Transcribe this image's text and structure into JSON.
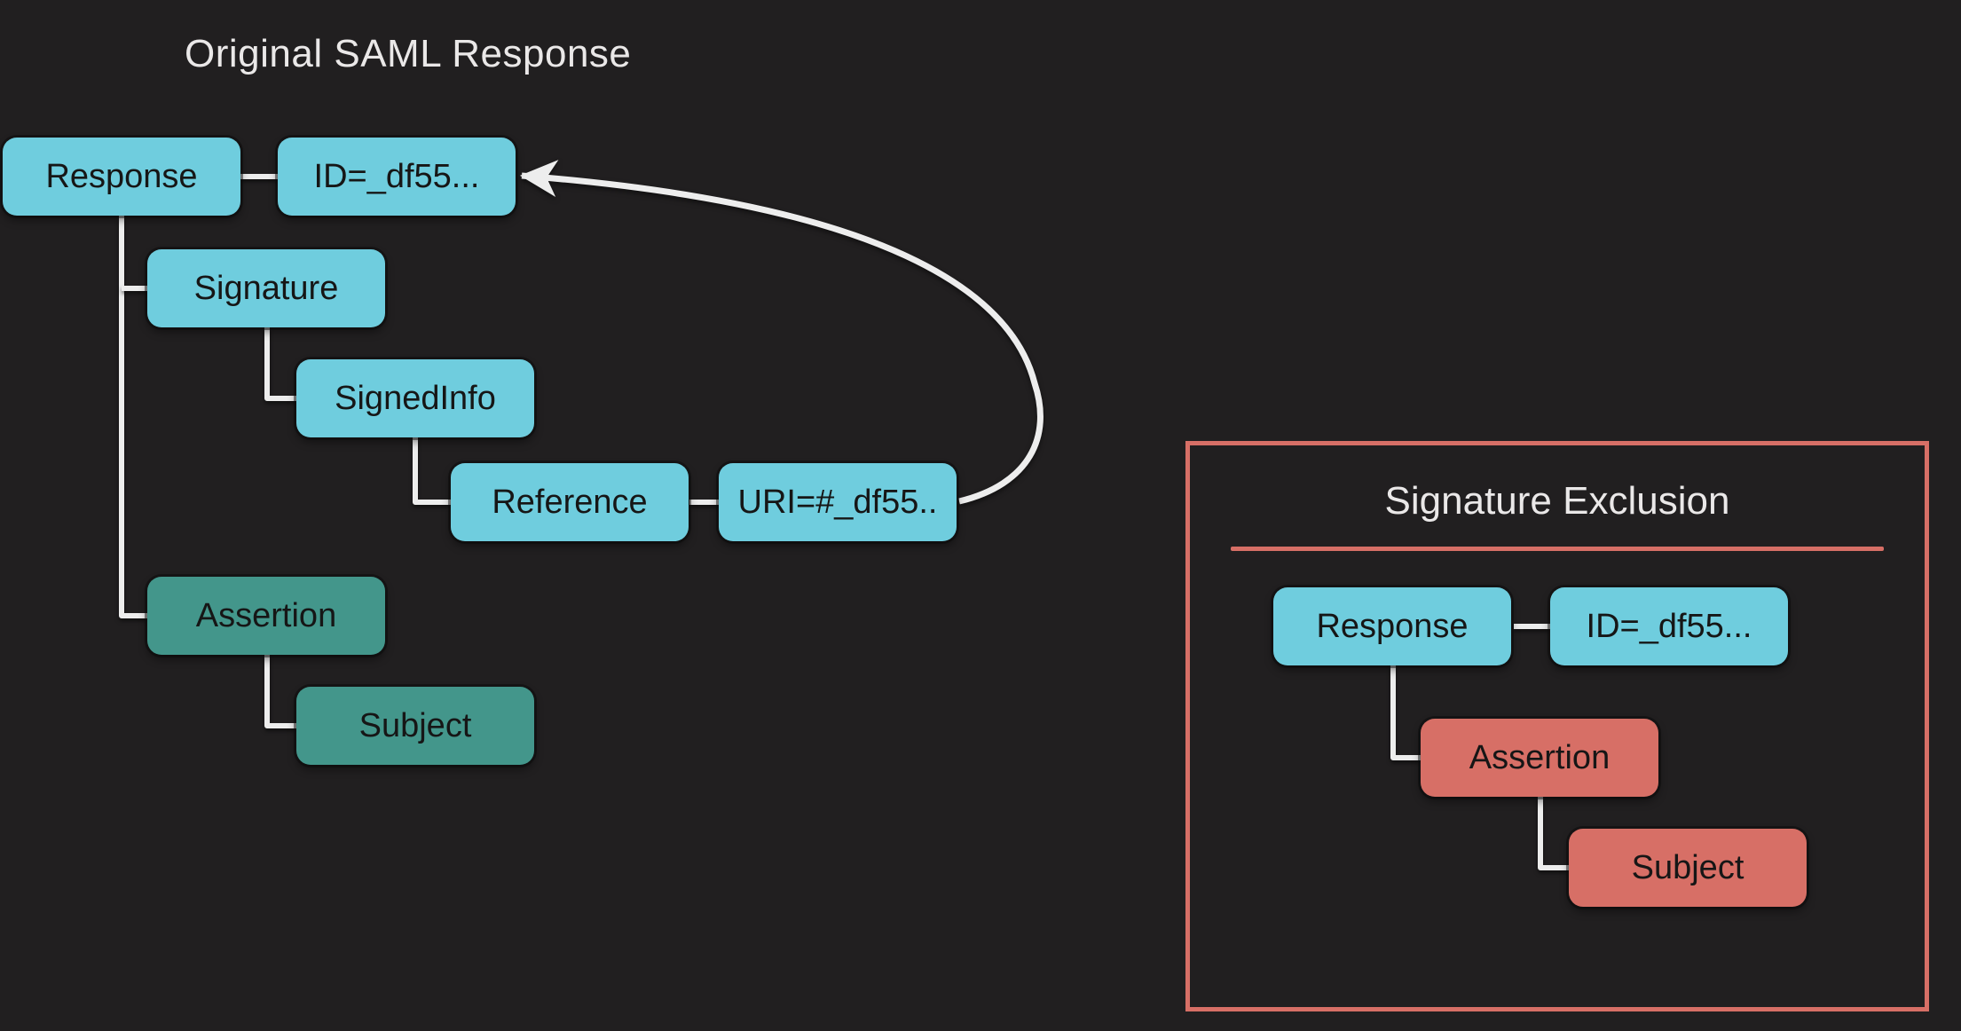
{
  "left_diagram": {
    "title": "Original SAML Response",
    "nodes": {
      "response": "Response",
      "id": "ID=_df55...",
      "signature": "Signature",
      "signedinfo": "SignedInfo",
      "reference": "Reference",
      "uri": "URI=#_df55..",
      "assertion": "Assertion",
      "subject": "Subject"
    }
  },
  "right_panel": {
    "title": "Signature Exclusion",
    "nodes": {
      "response": "Response",
      "id": "ID=_df55...",
      "assertion": "Assertion",
      "subject": "Subject"
    }
  },
  "colors": {
    "background": "#211f20",
    "cyan_node": "#6fcdde",
    "teal_node": "#43968b",
    "red_node": "#d76f66",
    "panel_border": "#d76f66",
    "connector": "#ededed",
    "node_text": "#161616",
    "title_text": "#eae8e8"
  }
}
